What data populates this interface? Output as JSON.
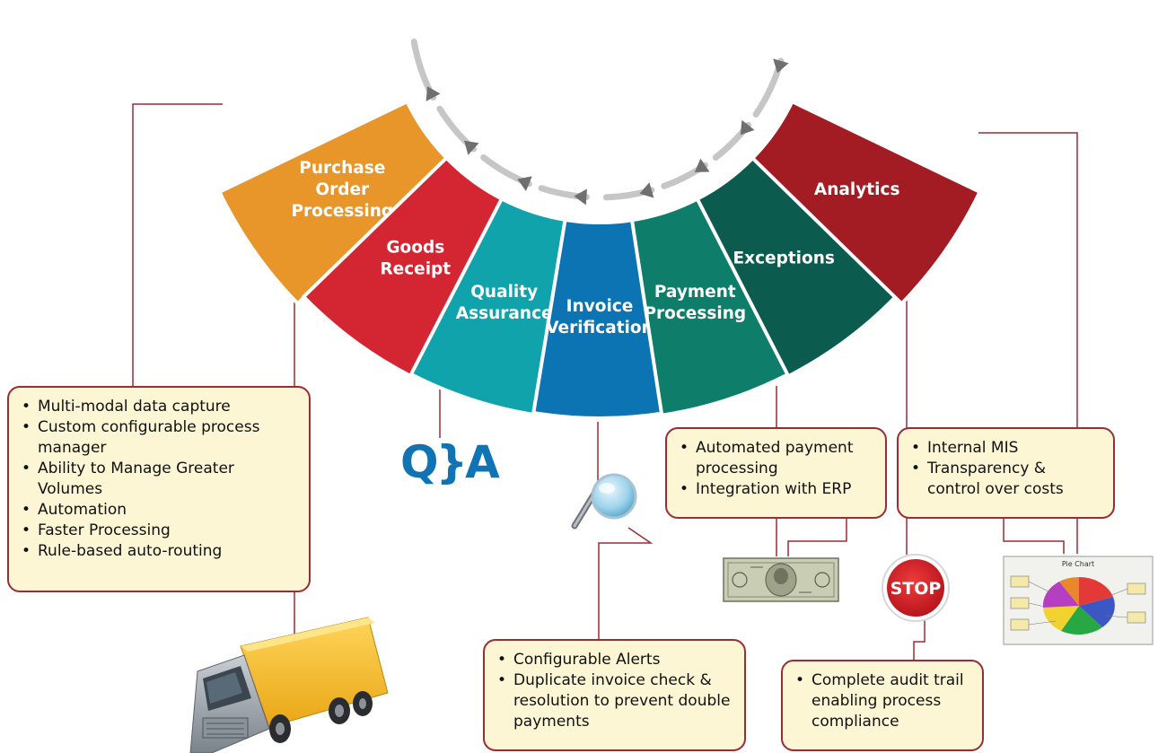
{
  "segments": [
    {
      "id": "purchase",
      "lines": [
        "Purchase",
        "Order",
        "Processing"
      ],
      "color": "#e8952a"
    },
    {
      "id": "goods",
      "lines": [
        "Goods",
        "Receipt"
      ],
      "color": "#d42532"
    },
    {
      "id": "quality",
      "lines": [
        "Quality",
        "Assurance"
      ],
      "color": "#10a3ac"
    },
    {
      "id": "invoice",
      "lines": [
        "Invoice",
        "Verification"
      ],
      "color": "#0d74b3"
    },
    {
      "id": "payment",
      "lines": [
        "Payment",
        "Processing"
      ],
      "color": "#0e7d6a"
    },
    {
      "id": "exceptions",
      "lines": [
        "Exceptions"
      ],
      "color": "#0c5b4f"
    },
    {
      "id": "analytics",
      "lines": [
        "Analytics"
      ],
      "color": "#a31c24"
    }
  ],
  "boxes": {
    "left": [
      "Multi-modal data capture",
      "Custom configurable process manager",
      "Ability to Manage Greater Volumes",
      "Automation",
      "Faster Processing",
      "Rule-based auto-routing"
    ],
    "invoice": [
      "Configurable Alerts",
      "Duplicate invoice check & resolution to prevent double payments"
    ],
    "payment": [
      "Automated payment processing",
      "Integration with ERP"
    ],
    "analytics": [
      "Internal MIS",
      "Transparency & control over costs"
    ],
    "audit": [
      "Complete audit trail enabling process compliance"
    ]
  },
  "icons": {
    "qa_logo": "Q}A",
    "stop_sign": "STOP",
    "pie_chart_title": "Pie Chart",
    "truck": "truck-icon",
    "magnifier": "magnifier-icon",
    "money": "dollar-bill-icon"
  },
  "colors": {
    "connector": "#9b2c33",
    "box_fill": "#fcf6d4",
    "arrow_gray": "#c6c6c6",
    "arrow_head": "#6f6f6f"
  }
}
